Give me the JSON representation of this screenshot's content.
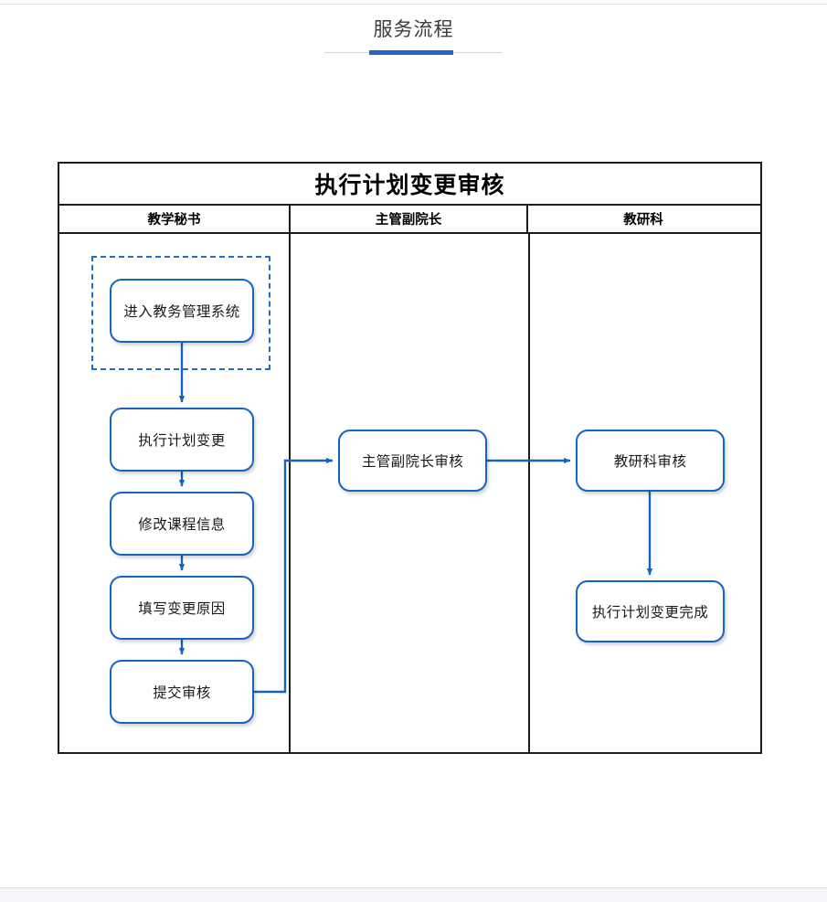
{
  "page": {
    "title": "服务流程",
    "accent_color": "#2565c7",
    "rule_light_color": "#c6d9ef"
  },
  "diagram": {
    "type": "swimlane-flowchart",
    "title": "执行计划变更审核",
    "frame_color": "#1c1c1c",
    "node_border_color": "#1565c0",
    "connector_color": "#1565c0",
    "highlight_border_color": "#1f6fc4",
    "lanes": [
      {
        "id": "lane-teaching-secretary",
        "label": "教学秘书"
      },
      {
        "id": "lane-vice-dean",
        "label": "主管副院长"
      },
      {
        "id": "lane-research-office",
        "label": "教研科"
      }
    ],
    "nodes": [
      {
        "id": "enter-system",
        "lane": 0,
        "label": "进入教务管理系统",
        "highlighted": true
      },
      {
        "id": "plan-change",
        "lane": 0,
        "label": "执行计划变更",
        "highlighted": false
      },
      {
        "id": "modify-course-info",
        "lane": 0,
        "label": "修改课程信息",
        "highlighted": false
      },
      {
        "id": "fill-change-reason",
        "lane": 0,
        "label": "填写变更原因",
        "highlighted": false
      },
      {
        "id": "submit-review",
        "lane": 0,
        "label": "提交审核",
        "highlighted": false
      },
      {
        "id": "vice-dean-review",
        "lane": 1,
        "label": "主管副院长审核",
        "highlighted": false
      },
      {
        "id": "research-office-review",
        "lane": 2,
        "label": "教研科审核",
        "highlighted": false
      },
      {
        "id": "plan-change-complete",
        "lane": 2,
        "label": "执行计划变更完成",
        "highlighted": false
      }
    ],
    "edges": [
      {
        "from": "enter-system",
        "to": "plan-change"
      },
      {
        "from": "plan-change",
        "to": "modify-course-info"
      },
      {
        "from": "modify-course-info",
        "to": "fill-change-reason"
      },
      {
        "from": "fill-change-reason",
        "to": "submit-review"
      },
      {
        "from": "submit-review",
        "to": "vice-dean-review"
      },
      {
        "from": "vice-dean-review",
        "to": "research-office-review"
      },
      {
        "from": "research-office-review",
        "to": "plan-change-complete"
      }
    ]
  }
}
